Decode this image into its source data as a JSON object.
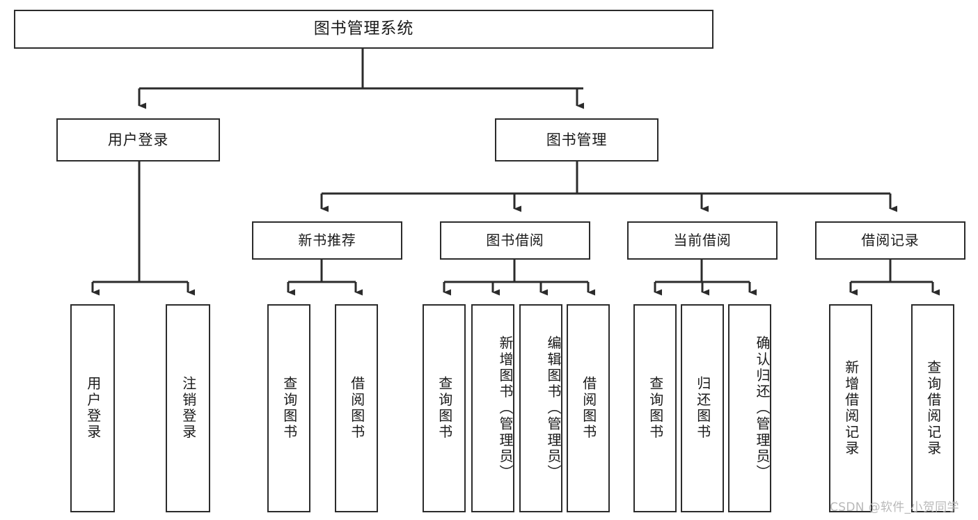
{
  "diagram": {
    "type": "tree-hierarchy-diagram",
    "title": "图书管理系统",
    "watermark": "CSDN @软件_小贺同学",
    "colors": {
      "stroke": "#2b2b2b",
      "fill": "#ffffff",
      "text": "#1a1a1a",
      "watermark": "#b9b9b9"
    },
    "nodes": {
      "root": {
        "label": "图书管理系统",
        "level": 0,
        "orientation": "horizontal"
      },
      "l1": [
        {
          "id": "user-login",
          "label": "用户登录",
          "level": 1,
          "orientation": "horizontal"
        },
        {
          "id": "book-manage",
          "label": "图书管理",
          "level": 1,
          "orientation": "horizontal"
        }
      ],
      "l2": [
        {
          "id": "new-book-recommend",
          "label": "新书推荐",
          "level": 2,
          "orientation": "horizontal"
        },
        {
          "id": "book-borrow",
          "label": "图书借阅",
          "level": 2,
          "orientation": "horizontal"
        },
        {
          "id": "current-borrow",
          "label": "当前借阅",
          "level": 2,
          "orientation": "horizontal"
        },
        {
          "id": "borrow-record",
          "label": "借阅记录",
          "level": 2,
          "orientation": "horizontal"
        }
      ],
      "l3": [
        {
          "id": "leaf-user-login",
          "label": "用户登录",
          "parent": "user-login",
          "orientation": "vertical"
        },
        {
          "id": "leaf-logout",
          "label": "注销登录",
          "parent": "user-login",
          "orientation": "vertical"
        },
        {
          "id": "leaf-query-book-1",
          "label": "查询图书",
          "parent": "new-book-recommend",
          "orientation": "vertical"
        },
        {
          "id": "leaf-borrow-book-1",
          "label": "借阅图书",
          "parent": "new-book-recommend",
          "orientation": "vertical"
        },
        {
          "id": "leaf-query-book-2",
          "label": "查询图书",
          "parent": "book-borrow",
          "orientation": "vertical"
        },
        {
          "id": "leaf-add-book",
          "label": "新增图书（管理员）",
          "parent": "book-borrow",
          "orientation": "vertical"
        },
        {
          "id": "leaf-edit-book",
          "label": "编辑图书（管理员）",
          "parent": "book-borrow",
          "orientation": "vertical"
        },
        {
          "id": "leaf-borrow-book-2",
          "label": "借阅图书",
          "parent": "book-borrow",
          "orientation": "vertical"
        },
        {
          "id": "leaf-query-book-3",
          "label": "查询图书",
          "parent": "current-borrow",
          "orientation": "vertical"
        },
        {
          "id": "leaf-return-book",
          "label": "归还图书",
          "parent": "current-borrow",
          "orientation": "vertical"
        },
        {
          "id": "leaf-confirm-return",
          "label": "确认归还（管理员）",
          "parent": "current-borrow",
          "orientation": "vertical"
        },
        {
          "id": "leaf-add-record",
          "label": "新增借阅记录",
          "parent": "borrow-record",
          "orientation": "vertical"
        },
        {
          "id": "leaf-query-record",
          "label": "查询借阅记录",
          "parent": "borrow-record",
          "orientation": "vertical"
        }
      ]
    }
  }
}
